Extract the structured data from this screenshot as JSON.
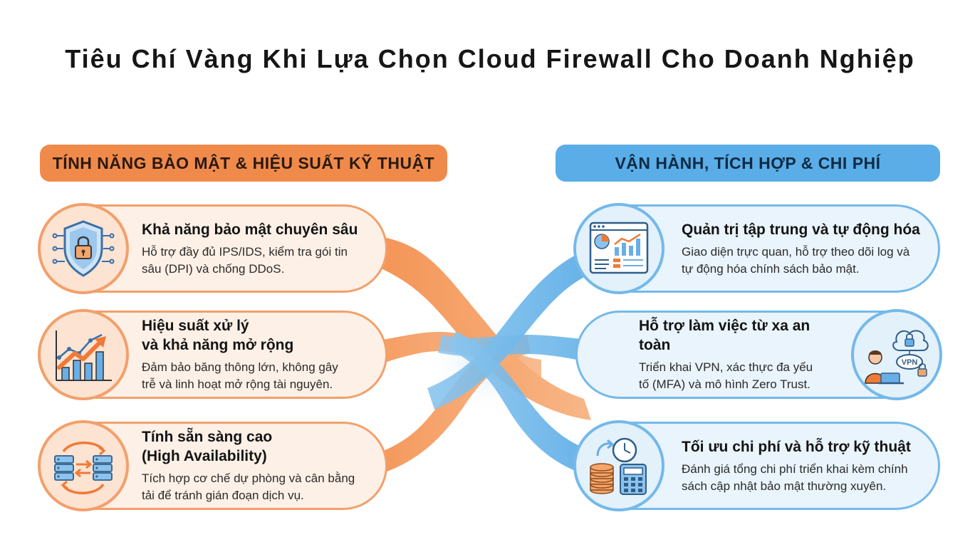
{
  "title": "Tiêu Chí Vàng Khi Lựa Chọn Cloud Firewall Cho Doanh Nghiệp",
  "left_header": "TÍNH NĂNG BẢO MẬT & HIỆU SUẤT KỸ THUẬT",
  "right_header": "VẬN HÀNH, TÍCH HỢP & CHI PHÍ",
  "colors": {
    "orange": "#f08a4b",
    "blue": "#5aade6"
  },
  "left_items": [
    {
      "title": "Khả năng bảo mật chuyên sâu",
      "desc_l1": "Hỗ trợ đầy đủ IPS/IDS, kiểm tra gói tin",
      "desc_l2": "sâu (DPI) và chống DDoS.",
      "icon": "shield-lock-icon"
    },
    {
      "title_l1": "Hiệu suất xử lý",
      "title_l2": "và khả năng mở rộng",
      "desc_l1": "Đảm bảo băng thông lớn, không gây",
      "desc_l2": "trễ và linh hoạt mở rộng tài nguyên.",
      "icon": "growth-chart-icon"
    },
    {
      "title_l1": "Tính sẵn sàng cao",
      "title_l2": "(High Availability)",
      "desc_l1": "Tích hợp cơ chế dự phòng và cân bằng",
      "desc_l2": "tải để tránh gián đoạn dịch vụ.",
      "icon": "server-failover-icon"
    }
  ],
  "right_items": [
    {
      "title": "Quản trị tập trung và tự động hóa",
      "desc_l1": "Giao diện trực quan, hỗ trợ theo dõi log và",
      "desc_l2": "tự động hóa chính sách bảo mật.",
      "icon": "dashboard-icon"
    },
    {
      "title": "Hỗ trợ làm việc từ xa an toàn",
      "desc_l1": "Triển khai VPN, xác thực đa yếu",
      "desc_l2": "tố (MFA) và mô hình Zero Trust.",
      "vpn_label": "VPN",
      "icon": "vpn-remote-icon"
    },
    {
      "title": "Tối ưu chi phí và hỗ trợ kỹ thuật",
      "desc_l1": "Đánh giá tổng chi phí triển khai kèm chính",
      "desc_l2": "sách cập nhật bảo mật thường xuyên.",
      "icon": "cost-calculator-icon"
    }
  ]
}
